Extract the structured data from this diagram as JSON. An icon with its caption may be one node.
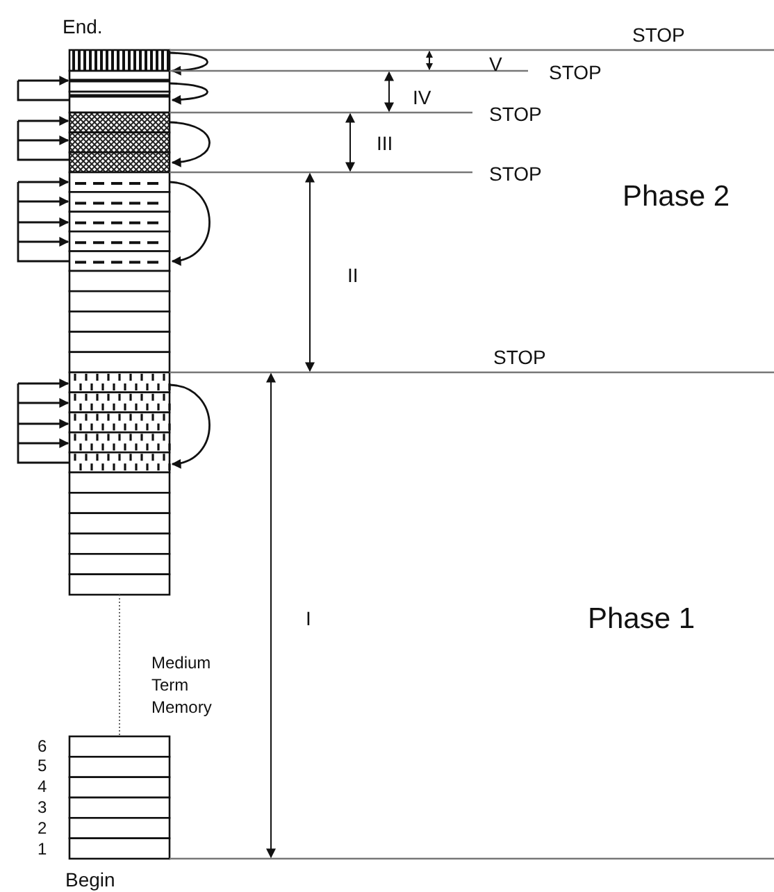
{
  "diagram": {
    "labels": [
      "End.",
      "STOP",
      "V",
      "STOP",
      "IV",
      "STOP",
      "III",
      "STOP",
      "Phase 2",
      "II",
      "STOP",
      "Phase 1",
      "I",
      "Medium Term Memory",
      "6",
      "5",
      "4",
      "3",
      "2",
      "1",
      "Begin"
    ]
  }
}
